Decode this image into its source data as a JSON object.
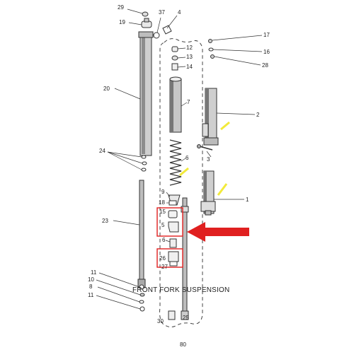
{
  "figure": {
    "caption": "FRONT FORK SUSPENSION",
    "page_number": "80",
    "highlight_color": "#e02020",
    "arrow_color": "#e02020",
    "marker_color": "#f2ea3a",
    "callouts": {
      "c29": "29",
      "c37": "37",
      "c4": "4",
      "c19": "19",
      "c12": "12",
      "c13": "13",
      "c14": "14",
      "c17": "17",
      "c16": "16",
      "c28": "28",
      "c20": "20",
      "c7": "7",
      "c2": "2",
      "c24": "24",
      "c6": "6",
      "c3": "3",
      "c9": "9",
      "c1": "1",
      "c18": "18",
      "c15": "15",
      "c23": "23",
      "c5": "5",
      "c26": "26",
      "c27": "27",
      "c11a": "11",
      "c10": "10",
      "c8": "8",
      "c11b": "11",
      "c30": "30",
      "c25": "25"
    }
  }
}
